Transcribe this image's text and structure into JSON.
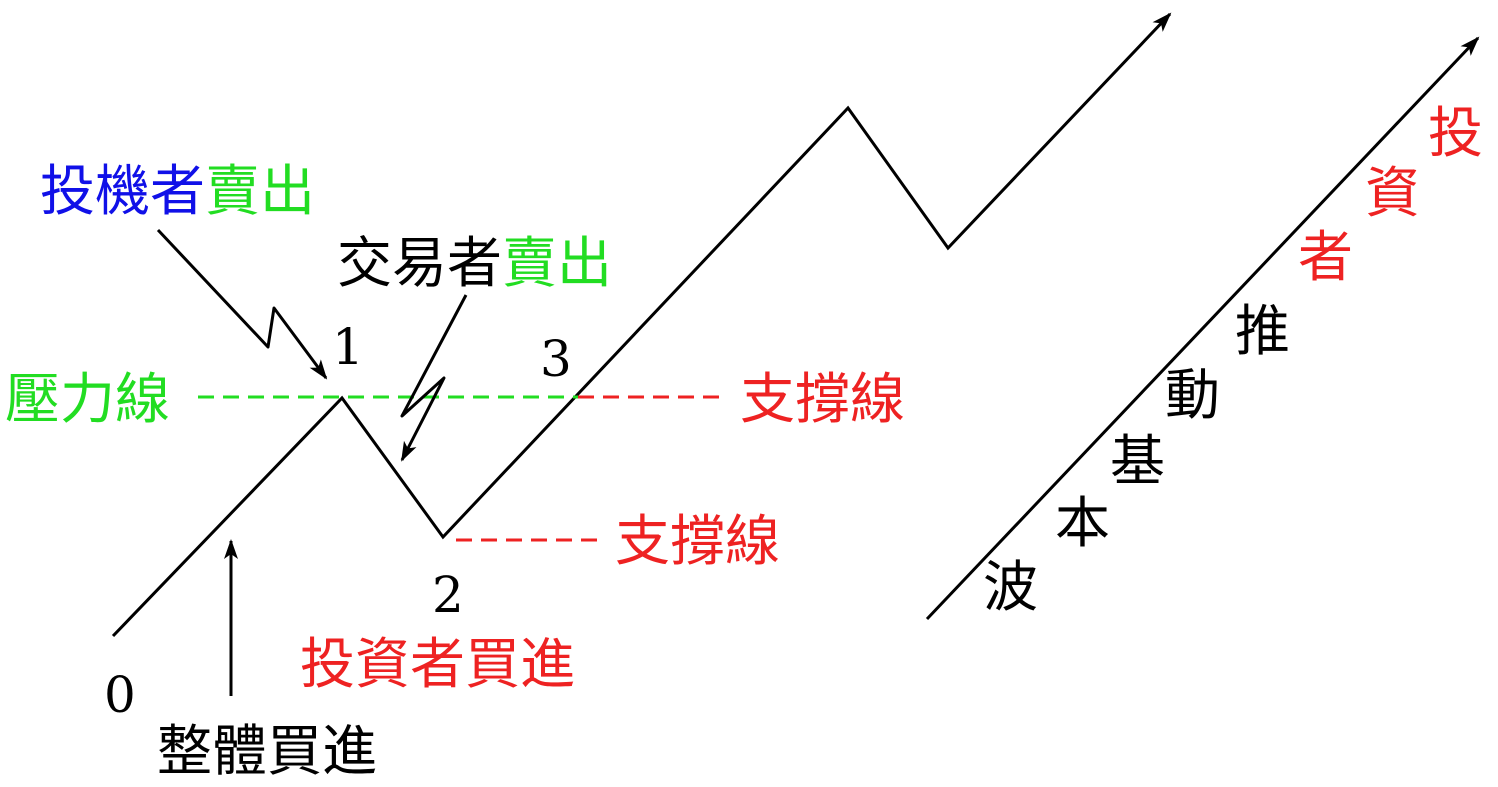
{
  "labels": {
    "speculator_part1": "投機者",
    "speculator_part2": "賣出",
    "trader_part1": "交易者",
    "trader_part2": "賣出",
    "resistance_line": "壓力線",
    "support_line_upper": "支撐線",
    "support_line_lower": "支撐線",
    "investor_buy": "投資者買進",
    "overall_buy": "整體買進",
    "point_0": "0",
    "point_1": "1",
    "point_2": "2",
    "point_3": "3"
  },
  "diagonal_text": [
    "波",
    "本",
    "基",
    "動",
    "推",
    "者",
    "資",
    "投"
  ],
  "colors": {
    "speculator": "#1010e8",
    "sell": "#22dd22",
    "resistance": "#22dd22",
    "support": "#ee2222",
    "investor": "#ee2222",
    "line": "#000000"
  }
}
